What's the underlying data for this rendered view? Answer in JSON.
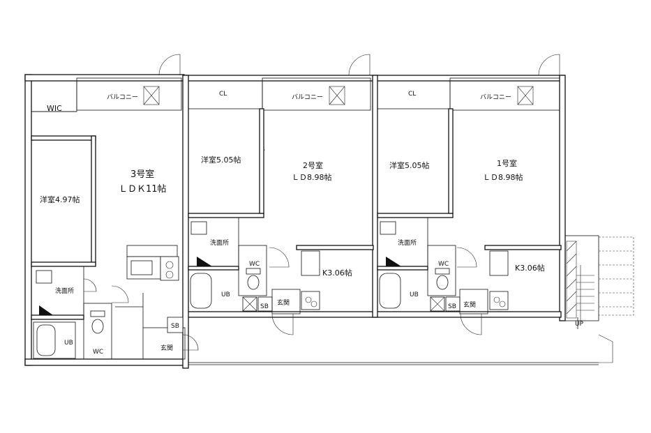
{
  "units": {
    "unit3": {
      "name": "3号室",
      "ldk": "ＬＤＫ11帖",
      "western": "洋室4.97帖",
      "wic": "WIC",
      "balcony": "バルコニー",
      "washroom": "洗面所",
      "bath": "UB",
      "toilet": "WC",
      "shoebox": "SB",
      "entrance": "玄関"
    },
    "unit2": {
      "name": "2号室",
      "ld": "ＬＤ8.98帖",
      "western": "洋室5.05帖",
      "closet": "CL",
      "balcony": "バルコニー",
      "washroom": "洗面所",
      "toilet": "WC",
      "bath": "UB",
      "kitchen": "K3.06帖",
      "shoebox": "SB",
      "entrance": "玄関"
    },
    "unit1": {
      "name": "1号室",
      "ld": "ＬＤ8.98帖",
      "western": "洋室5.05帖",
      "closet": "CL",
      "balcony": "バルコニー",
      "washroom": "洗面所",
      "toilet": "WC",
      "bath": "UB",
      "kitchen": "K3.06帖",
      "shoebox": "SB",
      "entrance": "玄関"
    }
  },
  "stair": {
    "label": "UP"
  }
}
